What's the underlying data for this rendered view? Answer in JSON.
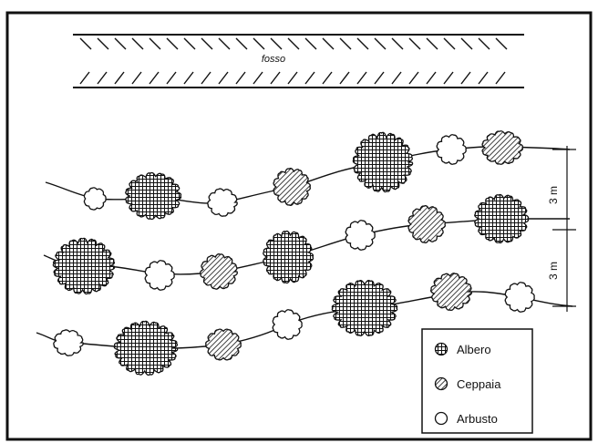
{
  "ditch_label": "fosso",
  "spacing_labels": [
    "3 m",
    "3 m"
  ],
  "legend": {
    "items": [
      {
        "key": "albero",
        "label": "Albero",
        "icon": "grid-circle-icon"
      },
      {
        "key": "ceppaia",
        "label": "Ceppaia",
        "icon": "hatched-circle-icon"
      },
      {
        "key": "arbusto",
        "label": "Arbusto",
        "icon": "empty-circle-icon"
      }
    ]
  },
  "colors": {
    "ink": "#111111",
    "background": "#ffffff"
  }
}
